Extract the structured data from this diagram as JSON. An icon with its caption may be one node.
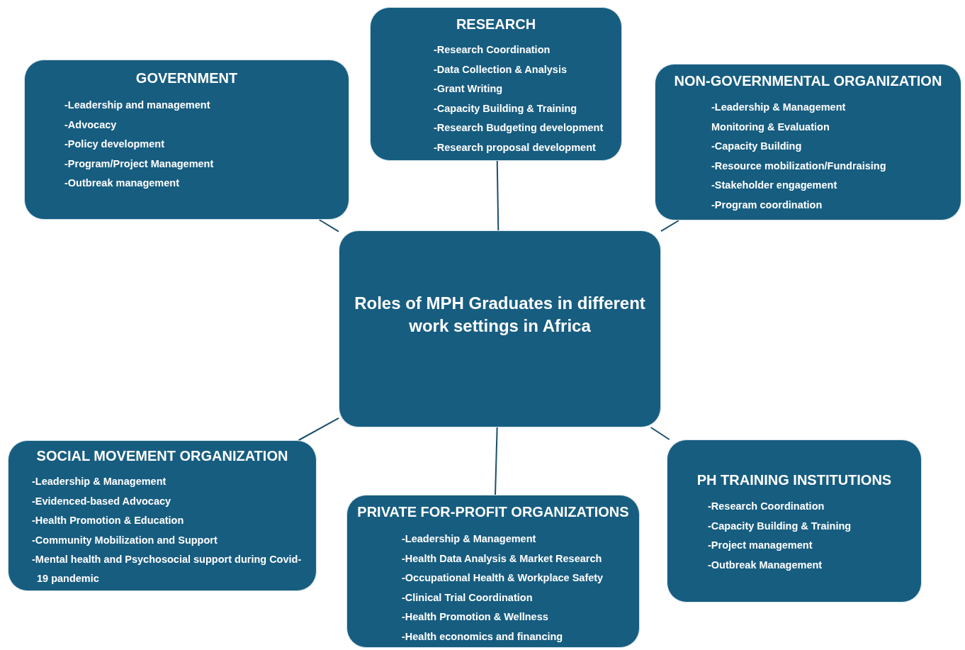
{
  "diagram": {
    "nodes": [
      {
        "text": [
          "Roles of MPH Graduates in different work settings in Africa"
        ]
      },
      {
        "text": [
          "GOVERNMENT",
          "-Leadership and management",
          "-Advocacy",
          "-Policy development",
          "-Program/Project Management",
          "-Outbreak management"
        ]
      },
      {
        "text": [
          "RESEARCH",
          "-Research Coordination",
          "-Data Collection & Analysis",
          "-Grant Writing",
          "-Capacity Building & Training",
          "-Research Budgeting development",
          "-Research proposal development"
        ]
      },
      {
        "text": [
          "NON-GOVERNMENTAL ORGANIZATION",
          "-Leadership & Management",
          "Monitoring & Evaluation",
          "-Capacity Building",
          "-Resource mobilization/Fundraising",
          "-Stakeholder engagement",
          "-Program coordination"
        ]
      },
      {
        "text": [
          "SOCIAL MOVEMENT ORGANIZATION",
          "-Leadership & Management",
          "-Evidenced-based Advocacy",
          "-Health Promotion & Education",
          "-Community Mobilization and Support",
          "-Mental health and Psychosocial support during Covid-19 pandemic"
        ]
      },
      {
        "text": [
          "PRIVATE FOR-PROFIT ORGANIZATIONS",
          "-Leadership & Management",
          "-Health Data Analysis & Market Research",
          "-Occupational Health & Workplace Safety",
          "-Clinical Trial Coordination",
          "-Health Promotion & Wellness",
          "-Health economics and financing"
        ]
      },
      {
        "text": [
          "PH TRAINING INSTITUTIONS",
          "-Research Coordination",
          "-Capacity Building & Training",
          "-Project management",
          "-Outbreak Management"
        ]
      }
    ],
    "edges": [
      {
        "from": 0,
        "to": 1,
        "arrow": "none"
      },
      {
        "from": 0,
        "to": 2,
        "arrow": "none"
      },
      {
        "from": 0,
        "to": 3,
        "arrow": "none"
      },
      {
        "from": 0,
        "to": 4,
        "arrow": "none"
      },
      {
        "from": 0,
        "to": 5,
        "arrow": "none"
      },
      {
        "from": 0,
        "to": 6,
        "arrow": "none"
      }
    ]
  }
}
